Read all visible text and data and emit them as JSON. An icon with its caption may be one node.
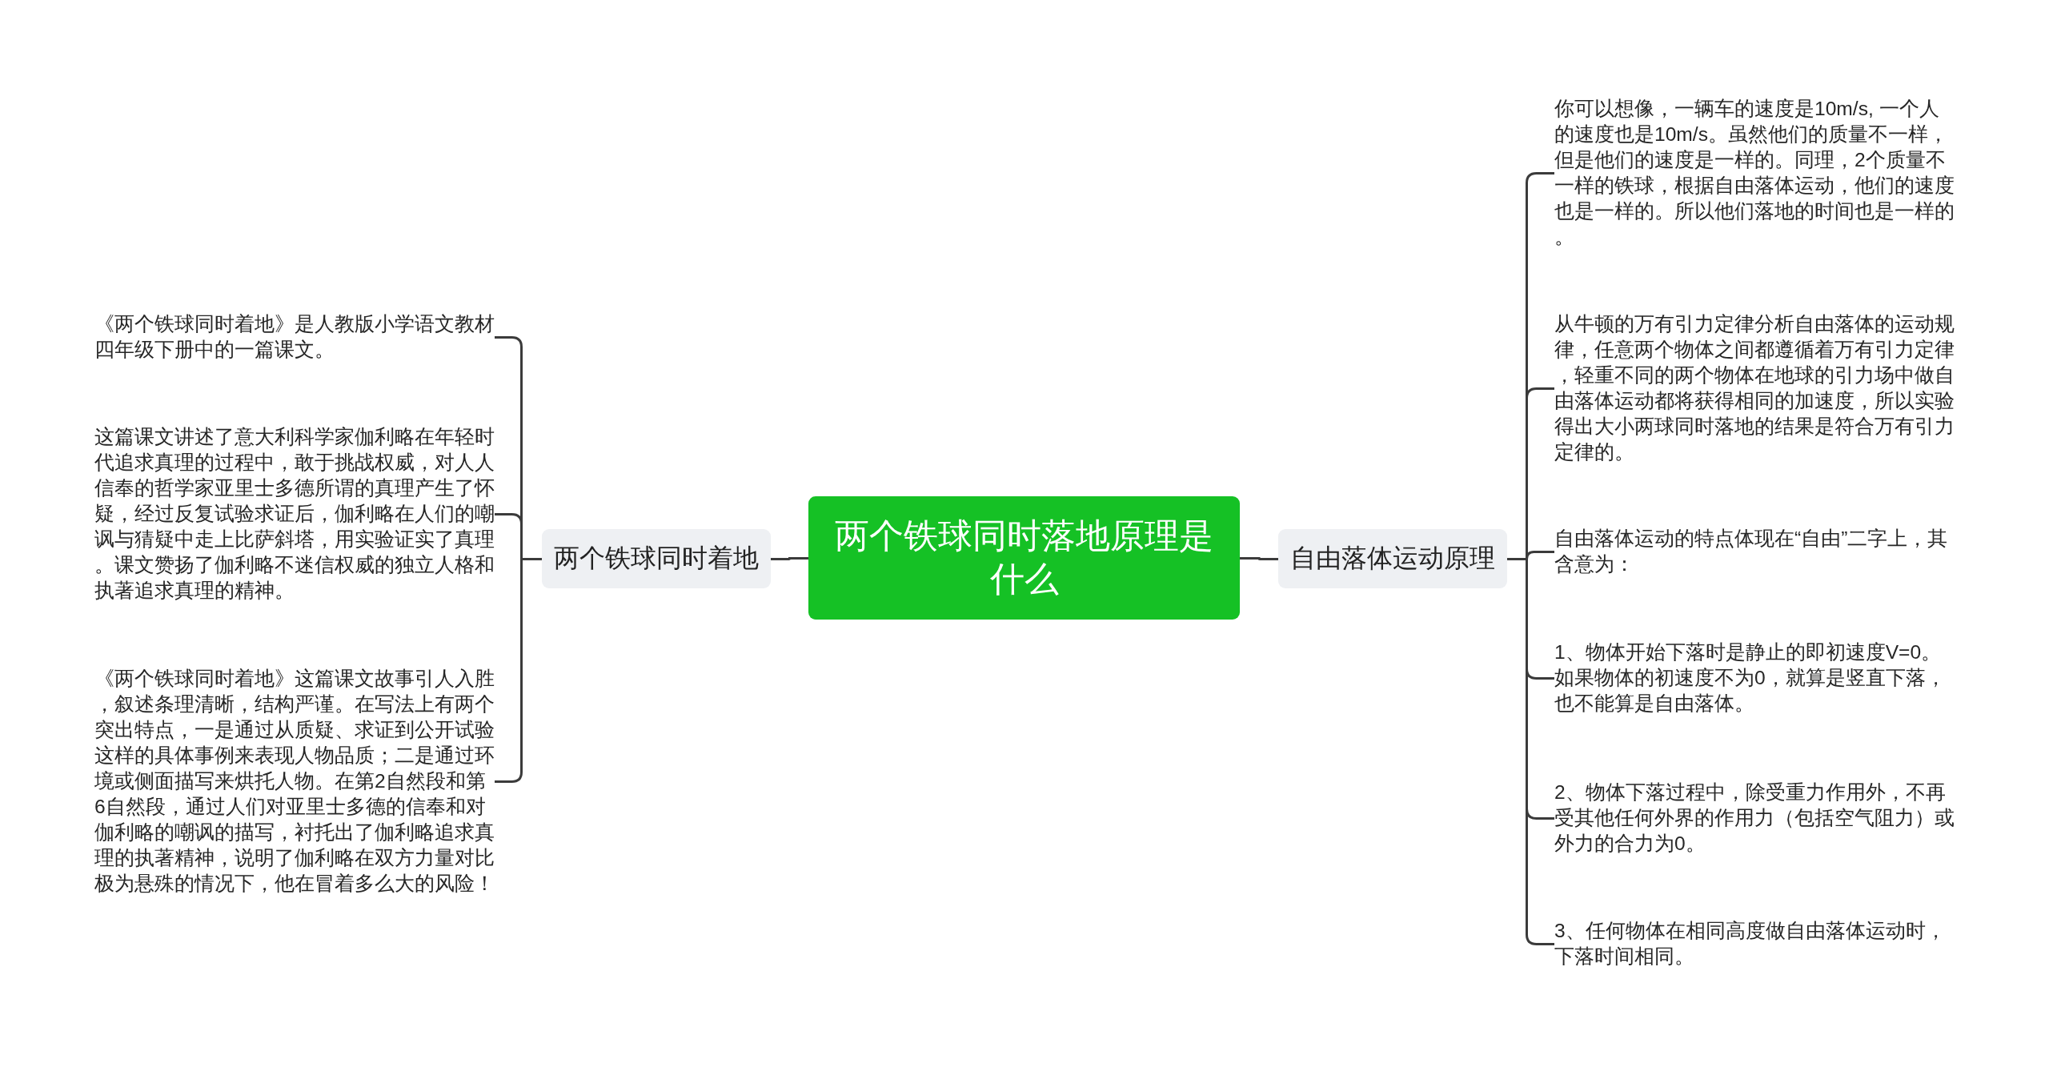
{
  "diagram": {
    "nodes": [
      {
        "text": [
          "两个铁球同时落地原理是什么"
        ]
      },
      {
        "text": [
          "两个铁球同时着地"
        ]
      },
      {
        "text": [
          "《两个铁球同时着地》是人教版小学语文教材四年级下册中的一篇课文。"
        ]
      },
      {
        "text": [
          "这篇课文讲述了意大利科学家伽利略在年轻时代追求真理的过程中，敢于挑战权威，对人人信奉的哲学家亚里士多德所谓的真理产生了怀疑，经过反复试验求证后，伽利略在人们的嘲讽与猜疑中走上比萨斜塔，用实验证实了真理。课文赞扬了伽利略不迷信权威的独立人格和执著追求真理的精神。"
        ]
      },
      {
        "text": [
          "《两个铁球同时着地》这篇课文故事引人入胜，叙述条理清晰，结构严谨。在写法上有两个突出特点，一是通过从质疑、求证到公开试验这样的具体事例来表现人物品质；二是通过环境或侧面描写来烘托人物。在第2自然段和第6自然段，通过人们对亚里士多德的信奉和对伽利略的嘲讽的描写，衬托出了伽利略追求真理的执著精神，说明了伽利略在双方力量对比极为悬殊的情况下，他在冒着多么大的风险！"
        ]
      },
      {
        "text": [
          "自由落体运动原理"
        ]
      },
      {
        "text": [
          "你可以想像，一辆车的速度是10m/s, 一个人的速度也是10m/s。虽然他们的质量不一样，但是他们的速度是一样的。同理，2个质量不一样的铁球，根据自由落体运动，他们的速度也是一样的。所以他们落地的时间也是一样的。"
        ]
      },
      {
        "text": [
          "从牛顿的万有引力定律分析自由落体的运动规律，任意两个物体之间都遵循着万有引力定律，轻重不同的两个物体在地球的引力场中做自由落体运动都将获得相同的加速度，所以实验得出大小两球同时落地的结果是符合万有引力定律的。"
        ]
      },
      {
        "text": [
          "自由落体运动的特点体现在“自由”二字上，其含意为："
        ]
      },
      {
        "text": [
          "1、物体开始下落时是静止的即初速度V=0。如果物体的初速度不为0，就算是竖直下落，也不能算是自由落体。"
        ]
      },
      {
        "text": [
          "2、物体下落过程中，除受重力作用外，不再受其他任何外界的作用力（包括空气阻力）或外力的合力为0。"
        ]
      },
      {
        "text": [
          "3、任何物体在相同高度做自由落体运动时，下落时间相同。"
        ]
      }
    ],
    "edges": [
      {
        "from": 0,
        "to": 1,
        "arrow": "none"
      },
      {
        "from": 1,
        "to": 2,
        "arrow": "none"
      },
      {
        "from": 1,
        "to": 3,
        "arrow": "none"
      },
      {
        "from": 1,
        "to": 4,
        "arrow": "none"
      },
      {
        "from": 0,
        "to": 5,
        "arrow": "none"
      },
      {
        "from": 5,
        "to": 6,
        "arrow": "none"
      },
      {
        "from": 5,
        "to": 7,
        "arrow": "none"
      },
      {
        "from": 5,
        "to": 8,
        "arrow": "none"
      },
      {
        "from": 5,
        "to": 9,
        "arrow": "none"
      },
      {
        "from": 5,
        "to": 10,
        "arrow": "none"
      },
      {
        "from": 5,
        "to": 11,
        "arrow": "none"
      }
    ]
  }
}
